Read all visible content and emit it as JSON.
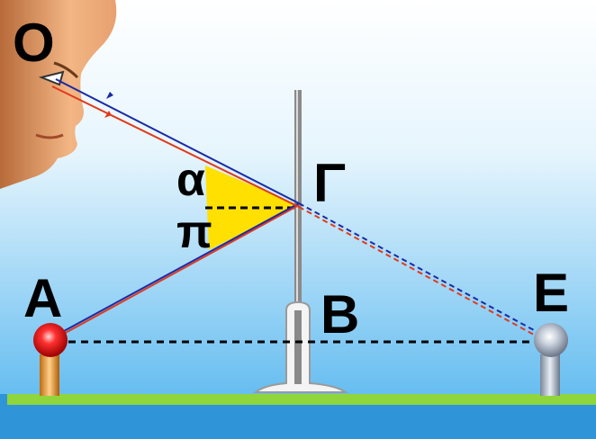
{
  "labels": {
    "observer": "Ο",
    "object": "Α",
    "image": "Ε",
    "mirror_point": "Γ",
    "mirror_base": "Β",
    "angle_reflection": "α",
    "angle_incidence": "π"
  },
  "colors": {
    "sky_top": "#ffffff",
    "sky_bottom": "#4fb3ee",
    "ground": "#2f95d8",
    "grass": "#8ed63c",
    "ray_blue": "#1a2aa6",
    "ray_red": "#e03a1c",
    "angle_fill": "#ffe000",
    "object_ball": "#e01010",
    "image_ball": "#9aa6b8",
    "mirror": "#8a8a8a",
    "skin": "#f0b27a"
  },
  "icons": [
    "face-icon",
    "red-ball-icon",
    "grey-ball-icon"
  ]
}
